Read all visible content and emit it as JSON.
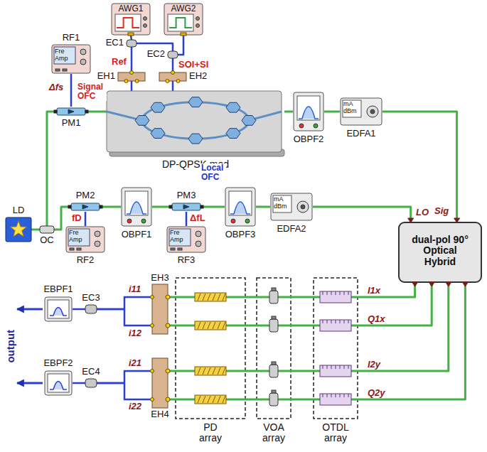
{
  "diagram": {
    "nodes": [
      {
        "text": [
          "AWG1"
        ]
      },
      {
        "text": [
          "AWG2"
        ]
      },
      {
        "text": [
          "EC1"
        ]
      },
      {
        "text": [
          "EC2"
        ]
      },
      {
        "text": [
          "EH1"
        ]
      },
      {
        "text": [
          "EH2"
        ]
      },
      {
        "text": [
          "RF1",
          "Fre Amp"
        ]
      },
      {
        "text": [
          "PM1"
        ]
      },
      {
        "text": [
          "DP-QPSK mod"
        ]
      },
      {
        "text": [
          "OBPF2"
        ]
      },
      {
        "text": [
          "EDFA1",
          "mA dBm"
        ]
      },
      {
        "text": [
          "LD"
        ]
      },
      {
        "text": [
          "OC"
        ]
      },
      {
        "text": [
          "PM2"
        ]
      },
      {
        "text": [
          "RF2",
          "Fre Amp"
        ]
      },
      {
        "text": [
          "OBPF1"
        ]
      },
      {
        "text": [
          "PM3"
        ]
      },
      {
        "text": [
          "RF3",
          "Fre Amp"
        ]
      },
      {
        "text": [
          "OBPF3"
        ]
      },
      {
        "text": [
          "EDFA2",
          "mA dBm"
        ]
      },
      {
        "text": [
          "dual-pol 90° Optical Hybrid"
        ]
      },
      {
        "text": [
          "EH3"
        ]
      },
      {
        "text": [
          "EH4"
        ]
      },
      {
        "text": [
          "PD array"
        ]
      },
      {
        "text": [
          "VOA array"
        ]
      },
      {
        "text": [
          "OTDL array"
        ]
      },
      {
        "text": [
          "EC3"
        ]
      },
      {
        "text": [
          "EC4"
        ]
      },
      {
        "text": [
          "EBPF1"
        ]
      },
      {
        "text": [
          "EBPF2"
        ]
      }
    ],
    "edges": [
      {
        "from": 0,
        "to": 2,
        "arrow": "none"
      },
      {
        "from": 1,
        "to": 3,
        "arrow": "none"
      },
      {
        "from": 2,
        "to": 3,
        "arrow": "none"
      },
      {
        "from": 2,
        "to": 4,
        "label": "Ref",
        "arrow": "none"
      },
      {
        "from": 3,
        "to": 5,
        "label": "SOI+SI",
        "arrow": "none"
      },
      {
        "from": 4,
        "to": 8,
        "arrow": "none"
      },
      {
        "from": 5,
        "to": 8,
        "arrow": "none"
      },
      {
        "from": 6,
        "to": 7,
        "label": "Δfs",
        "arrow": "none"
      },
      {
        "from": 11,
        "to": 12,
        "arrow": "none"
      },
      {
        "from": 12,
        "to": 7,
        "arrow": "none"
      },
      {
        "from": 12,
        "to": 13,
        "arrow": "none"
      },
      {
        "from": 7,
        "to": 8,
        "label": "Signal OFC",
        "arrow": "none"
      },
      {
        "from": 8,
        "to": 9,
        "arrow": "none"
      },
      {
        "from": 9,
        "to": 10,
        "arrow": "none"
      },
      {
        "from": 10,
        "to": 20,
        "label": "Sig",
        "arrow": "none"
      },
      {
        "from": 13,
        "to": 15,
        "arrow": "none"
      },
      {
        "from": 14,
        "to": 13,
        "label": "fD",
        "arrow": "none"
      },
      {
        "from": 15,
        "to": 16,
        "arrow": "none"
      },
      {
        "from": 17,
        "to": 16,
        "label": "ΔfL",
        "arrow": "none"
      },
      {
        "from": 16,
        "to": 18,
        "label": "Local OFC",
        "arrow": "none"
      },
      {
        "from": 18,
        "to": 19,
        "arrow": "none"
      },
      {
        "from": 19,
        "to": 20,
        "label": "LO",
        "arrow": "none"
      },
      {
        "from": 20,
        "to": 25,
        "label": "I1x",
        "arrow": "none"
      },
      {
        "from": 20,
        "to": 25,
        "label": "Q1x",
        "arrow": "none"
      },
      {
        "from": 20,
        "to": 25,
        "label": "I2y",
        "arrow": "none"
      },
      {
        "from": 20,
        "to": 25,
        "label": "Q2y",
        "arrow": "none"
      },
      {
        "from": 25,
        "to": 24,
        "arrow": "none"
      },
      {
        "from": 25,
        "to": 24,
        "arrow": "none"
      },
      {
        "from": 25,
        "to": 24,
        "arrow": "none"
      },
      {
        "from": 25,
        "to": 24,
        "arrow": "none"
      },
      {
        "from": 24,
        "to": 23,
        "arrow": "none"
      },
      {
        "from": 24,
        "to": 23,
        "arrow": "none"
      },
      {
        "from": 24,
        "to": 23,
        "arrow": "none"
      },
      {
        "from": 24,
        "to": 23,
        "arrow": "none"
      },
      {
        "from": 23,
        "to": 21,
        "arrow": "none"
      },
      {
        "from": 23,
        "to": 21,
        "arrow": "none"
      },
      {
        "from": 23,
        "to": 22,
        "arrow": "none"
      },
      {
        "from": 23,
        "to": 22,
        "arrow": "none"
      },
      {
        "from": 21,
        "to": 26,
        "label": "i11",
        "arrow": "none"
      },
      {
        "from": 21,
        "to": 26,
        "label": "i12",
        "arrow": "none"
      },
      {
        "from": 22,
        "to": 27,
        "label": "i21",
        "arrow": "none"
      },
      {
        "from": 22,
        "to": 27,
        "label": "i22",
        "arrow": "none"
      },
      {
        "from": 26,
        "to": 28,
        "arrow": "none"
      },
      {
        "from": 27,
        "to": 29,
        "arrow": "none"
      }
    ],
    "labels": [
      "output"
    ]
  }
}
